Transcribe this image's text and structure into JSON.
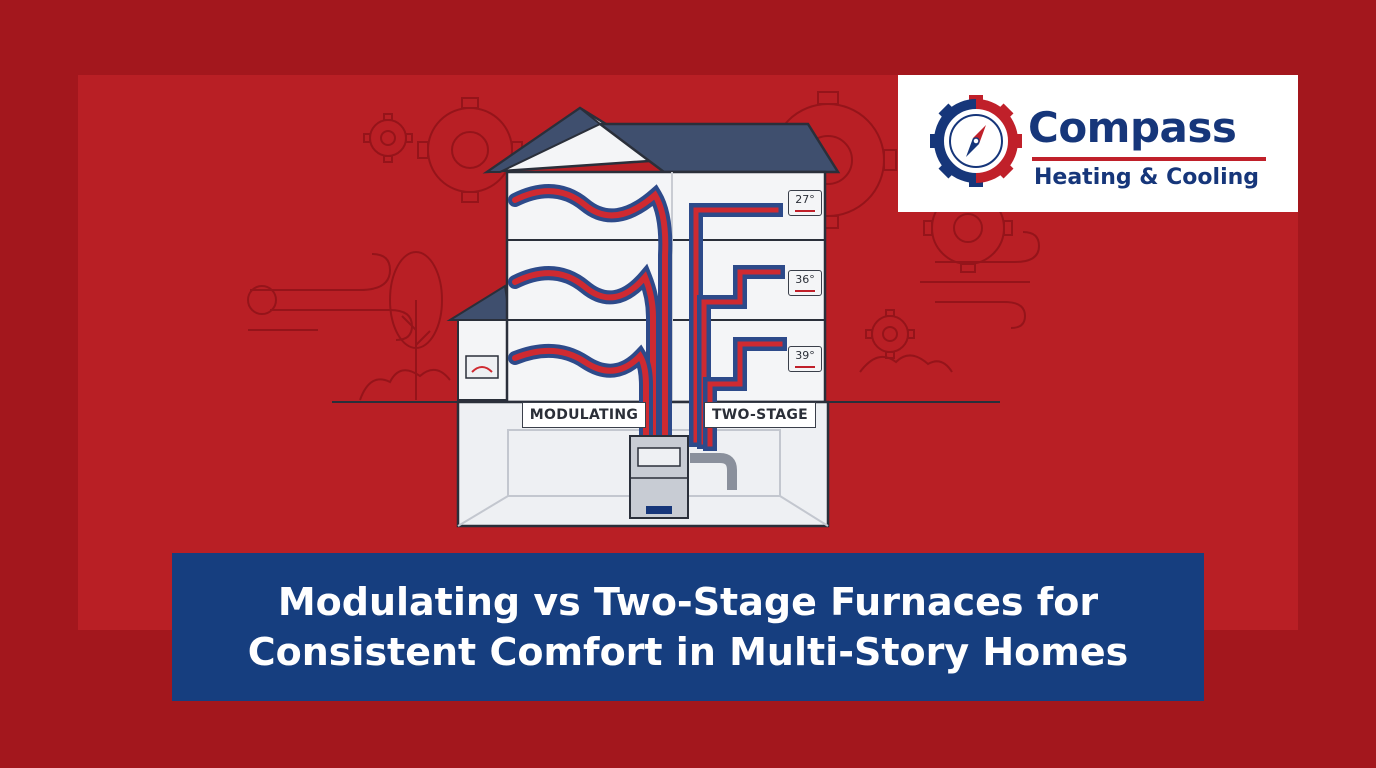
{
  "brand": {
    "name": "Compass",
    "tagline": "Heating & Cooling",
    "colors": {
      "red": "#c0202a",
      "navy": "#16367a",
      "background": "#b91f25"
    },
    "icon": "compass-gear-icon"
  },
  "illustration": {
    "labels": {
      "left": "MODULATING",
      "right": "TWO-STAGE"
    },
    "thermostats": [
      "27°",
      "36°",
      "39°"
    ],
    "icons": [
      "gear-icon",
      "tree-icon",
      "wind-icon",
      "house-icon",
      "furnace-icon",
      "duct-icon",
      "thermostat-icon"
    ]
  },
  "title": {
    "line1": "Modulating vs Two-Stage Furnaces for",
    "line2": "Consistent Comfort in Multi-Story Homes"
  }
}
